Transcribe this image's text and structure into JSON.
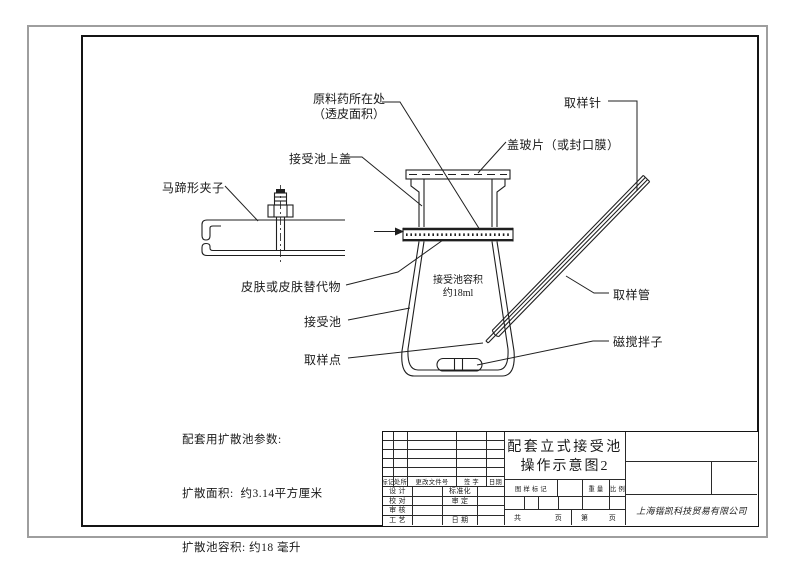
{
  "colors": {
    "line": "#1f1f1f",
    "frame": "#141414",
    "outer_border": "#9e9e9e"
  },
  "diagram": {
    "labels": {
      "material_line1": "原料药所在处",
      "material_line2": "（透皮面积）",
      "lid": "接受池上盖",
      "coverslip": "盖玻片（或封口膜）",
      "needle": "取样针",
      "clamp": "马蹄形夹子",
      "skin": "皮肤或皮肤替代物",
      "receptor": "接受池",
      "sampling_point": "取样点",
      "sampling_tube": "取样管",
      "stirrer": "磁搅拌子",
      "volume_line1": "接受池容积",
      "volume_line2": "约18ml"
    },
    "params_line1": "配套用扩散池参数:",
    "params_line2": "扩散面积:  约3.14平方厘米",
    "params_line3": "扩散池容积: 约18 毫升"
  },
  "title_block": {
    "title_line1": "配套立式接受池",
    "title_line2": "操作示意图2",
    "company": "上海锴凯科技贸易有限公司",
    "rev_header": [
      "标记",
      "处所",
      "更改文件号",
      "签 字",
      "日期"
    ],
    "sign": {
      "r1c1": "设 计",
      "r1c3": "标准化",
      "r2c1": "校 对",
      "r2c3": "审 定",
      "r3c1": "审 核",
      "r4c1": "工 艺",
      "r4c3": "日 期"
    },
    "info": {
      "mark": "图 样 标 记",
      "weight": "重 量",
      "scale": "比 例"
    },
    "pages": [
      "共",
      "页",
      "第",
      "页"
    ]
  }
}
